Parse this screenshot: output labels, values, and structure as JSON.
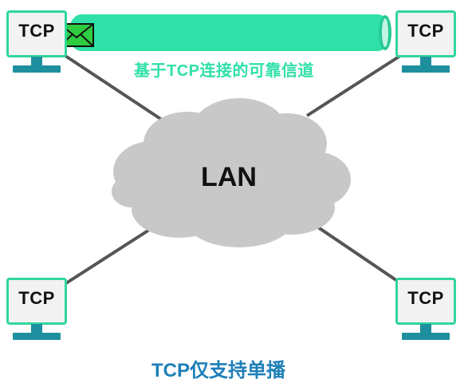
{
  "diagram": {
    "computers": [
      {
        "id": "top-left",
        "label": "TCP"
      },
      {
        "id": "top-right",
        "label": "TCP"
      },
      {
        "id": "bottom-left",
        "label": "TCP"
      },
      {
        "id": "bottom-right",
        "label": "TCP"
      }
    ],
    "network_label": "LAN",
    "channel_label": "基于TCP连接的可靠信道",
    "caption": "TCP仅支持单播",
    "icons": {
      "message": "envelope-icon",
      "network": "cloud-icon",
      "computer": "computer-icon"
    },
    "colors": {
      "accent_green": "#2fd79a",
      "channel_fill": "#2fe0a8",
      "stand_teal": "#1e8f9e",
      "cloud_gray": "#c8c8c8",
      "link_gray": "#555555",
      "caption_blue": "#1d7fb8",
      "envelope_green": "#2ecc40"
    }
  }
}
